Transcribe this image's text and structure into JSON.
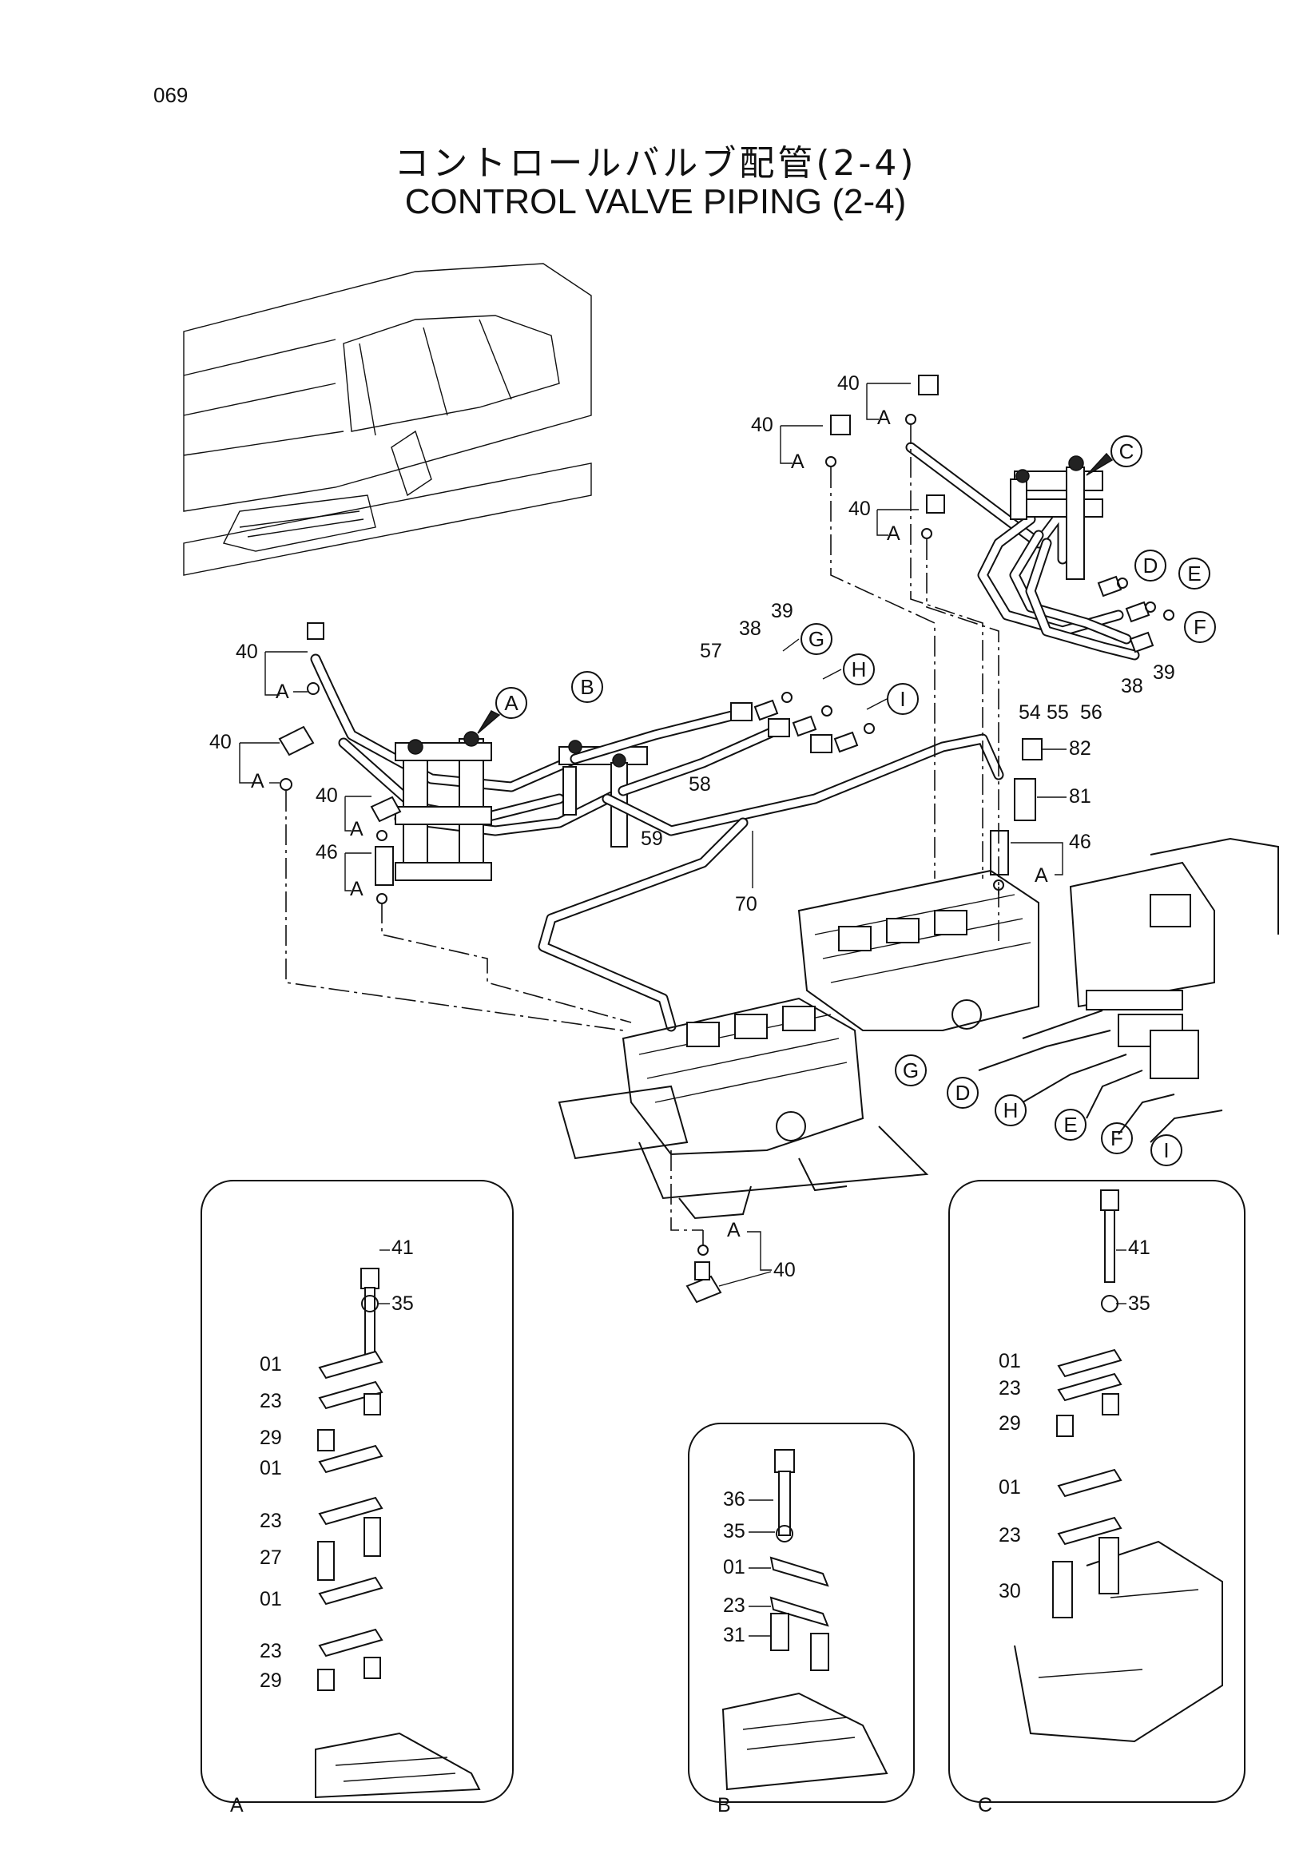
{
  "page_number": "069",
  "title_jp": "コントロールバルブ配管(2-4)",
  "title_en": "CONTROL VALVE PIPING (2-4)",
  "callouts": {
    "A": "A",
    "B": "B",
    "C": "C",
    "D": "D",
    "E": "E",
    "F": "F",
    "G": "G",
    "H": "H",
    "I": "I"
  },
  "part_numbers": {
    "p01": "01",
    "p23": "23",
    "p27": "27",
    "p29": "29",
    "p30": "30",
    "p31": "31",
    "p35": "35",
    "p36": "36",
    "p38": "38",
    "p39": "39",
    "p40": "40",
    "p41": "41",
    "p46": "46",
    "p54": "54",
    "p55": "55",
    "p56": "56",
    "p57": "57",
    "p58": "58",
    "p59": "59",
    "p70": "70",
    "p81": "81",
    "p82": "82"
  },
  "detail_views": {
    "A": "A",
    "B": "B",
    "C": "C"
  }
}
